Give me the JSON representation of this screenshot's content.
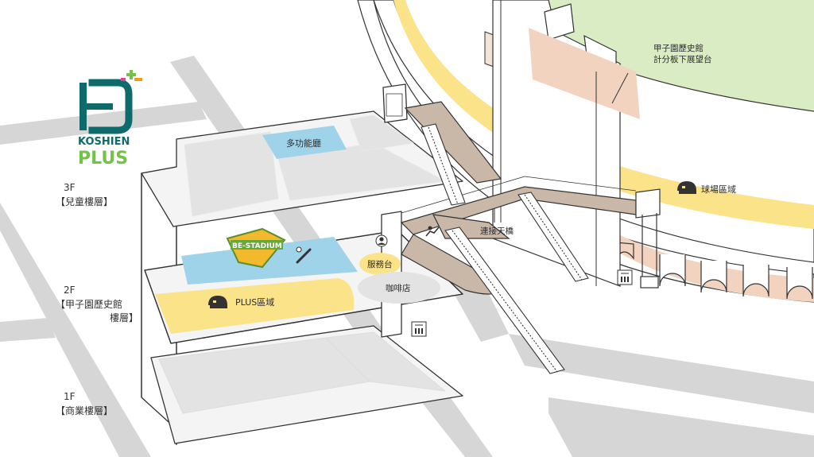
{
  "brand": {
    "name_top": "KOSHIEN",
    "name_bottom": "PLUS",
    "colors": {
      "teal": "#0f6b6b",
      "green": "#74c24a",
      "orange": "#f39a1e",
      "pink": "#e9438f",
      "purple": "#7a4fa1"
    }
  },
  "floors": [
    {
      "code": "3F",
      "name": "【兒童樓層】"
    },
    {
      "code": "2F",
      "name_line1": "【甲子園歷史館",
      "name_line2": "樓層】"
    },
    {
      "code": "1F",
      "name": "【商業樓層】"
    }
  ],
  "areas": {
    "multi_hall": "多功能廳",
    "service_desk": "服務台",
    "cafe": "咖啡店",
    "plus_zone": "PLUS區域",
    "stadium_zone": "球場區域",
    "skybridge": "連接天橋",
    "history_museum_line1": "甲子園歷史館",
    "history_museum_line2": "計分板下展望台",
    "be_stadium": "BE-STADIUM"
  },
  "icons": {
    "helmet": "helmet-icon",
    "person": "service-person-icon",
    "elevator": "elevator-icon",
    "escalator": "escalator-icon",
    "bat": "baseball-bat-icon"
  },
  "colors": {
    "road": "#d6d6d6",
    "floor_slab": "#f4f4f4",
    "block": "#e3e3e3",
    "blue_zone": "#9fd3ea",
    "yellow_zone": "#fbe38a",
    "bridge": "#c9b8a8",
    "arch": "#f2d3bf",
    "field": "#d9ecc4",
    "outline": "#333333"
  }
}
